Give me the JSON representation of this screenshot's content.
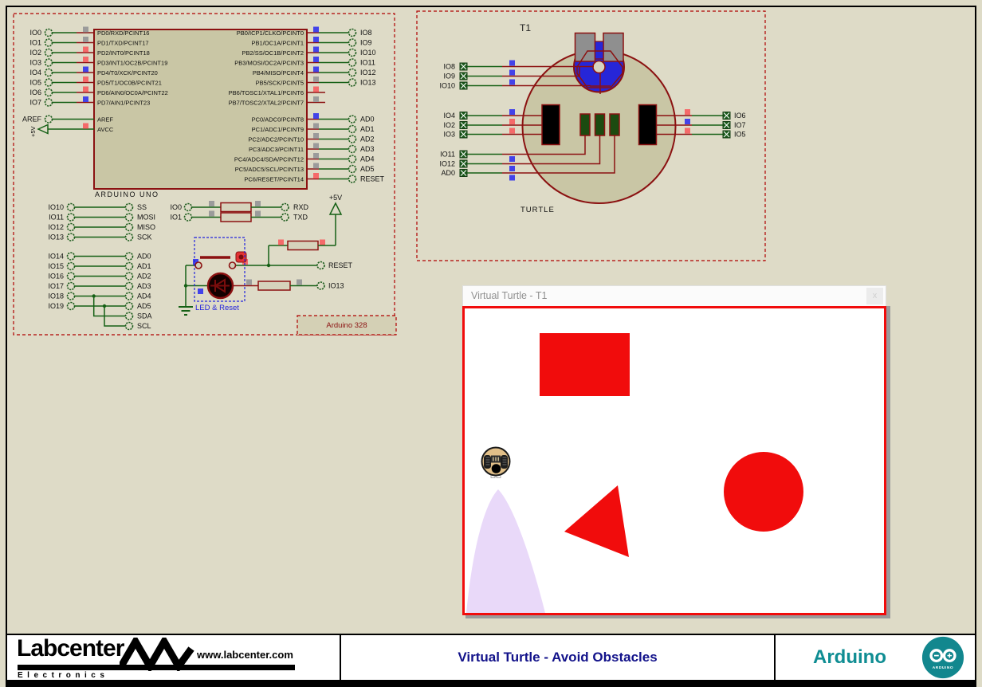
{
  "colors": {
    "indicator_gray": "#9b9b9b",
    "indicator_red": "#f56a6a",
    "indicator_blue": "#4343e9",
    "wire_green": "#156015",
    "component_red": "#8b1111",
    "canvas_red": "#f10c0c",
    "trail_lavender": "#e9d9f9",
    "navy": "#12128a",
    "teal": "#0f8d93"
  },
  "schematic": {
    "chip": {
      "label": "ARDUINO UNO",
      "left_pins": [
        {
          "ext": "IO0",
          "name": "PD0/RXD/PCINT16",
          "color": "#9b9b9b"
        },
        {
          "ext": "IO1",
          "name": "PD1/TXD/PCINT17",
          "color": "#9b9b9b"
        },
        {
          "ext": "IO2",
          "name": "PD2/INT0/PCINT18",
          "color": "#f56a6a"
        },
        {
          "ext": "IO3",
          "name": "PD3/INT1/OC2B/PCINT19",
          "color": "#f56a6a"
        },
        {
          "ext": "IO4",
          "name": "PD4/T0/XCK/PCINT20",
          "color": "#4343e9"
        },
        {
          "ext": "IO5",
          "name": "PD5/T1/OC0B/PCINT21",
          "color": "#f56a6a"
        },
        {
          "ext": "IO6",
          "name": "PD6/AIN0/OC0A/PCINT22",
          "color": "#f56a6a"
        },
        {
          "ext": "IO7",
          "name": "PD7/AIN1/PCINT23",
          "color": "#4343e9"
        }
      ],
      "aref": {
        "ext": "AREF",
        "name": "AREF"
      },
      "avcc": {
        "ext": "+5V",
        "name": "AVCC",
        "color": "#f56a6a"
      },
      "right_pins_top": [
        {
          "name": "PB0/ICP1/CLKO/PCINT0",
          "ext": "IO8",
          "color": "#4343e9"
        },
        {
          "name": "PB1/OC1A/PCINT1",
          "ext": "IO9",
          "color": "#4343e9"
        },
        {
          "name": "PB2/SS/OC1B/PCINT2",
          "ext": "IO10",
          "color": "#4343e9"
        },
        {
          "name": "PB3/MOSI/OC2A/PCINT3",
          "ext": "IO11",
          "color": "#4343e9"
        },
        {
          "name": "PB4/MISO/PCINT4",
          "ext": "IO12",
          "color": "#4343e9"
        },
        {
          "name": "PB5/SCK/PCINT5",
          "ext": "IO13",
          "color": "#9b9b9b"
        },
        {
          "name": "PB6/TOSC1/XTAL1/PCINT6",
          "ext": "",
          "color": "#f56a6a"
        },
        {
          "name": "PB7/TOSC2/XTAL2/PCINT7",
          "ext": "",
          "color": "#9b9b9b"
        }
      ],
      "right_pins_bottom": [
        {
          "name": "PC0/ADC0/PCINT8",
          "ext": "AD0",
          "color": "#4343e9"
        },
        {
          "name": "PC1/ADC1/PCINT9",
          "ext": "AD1",
          "color": "#9b9b9b"
        },
        {
          "name": "PC2/ADC2/PCINT10",
          "ext": "AD2",
          "color": "#9b9b9b"
        },
        {
          "name": "PC3/ADC3/PCINT11",
          "ext": "AD3",
          "color": "#9b9b9b"
        },
        {
          "name": "PC4/ADC4/SDA/PCINT12",
          "ext": "AD4",
          "color": "#9b9b9b"
        },
        {
          "name": "PC5/ADC5/SCL/PCINT13",
          "ext": "AD5",
          "color": "#9b9b9b"
        },
        {
          "name": "PC6/RESET/PCINT14",
          "ext": "RESET",
          "color": "#f56a6a"
        }
      ]
    },
    "spi_rows": [
      [
        "IO10",
        "SS"
      ],
      [
        "IO11",
        "MOSI"
      ],
      [
        "IO12",
        "MISO"
      ],
      [
        "IO13",
        "SCK"
      ]
    ],
    "analog_rows": [
      [
        "IO14",
        "AD0"
      ],
      [
        "IO15",
        "AD1"
      ],
      [
        "IO16",
        "AD2"
      ],
      [
        "IO17",
        "AD3"
      ],
      [
        "IO18",
        "AD4"
      ],
      [
        "IO19",
        "AD5"
      ]
    ],
    "i2c_rows": [
      "SDA",
      "SCL"
    ],
    "serial_rows": [
      [
        "IO0",
        "RXD"
      ],
      [
        "IO1",
        "TXD"
      ]
    ],
    "power_label": "+5V",
    "reset_label": "RESET",
    "io13_label": "IO13",
    "led_reset_label": "LED & Reset",
    "part_label": "Arduino 328"
  },
  "turtle": {
    "ref": "T1",
    "type": "TURTLE",
    "left_pins": [
      {
        "label": "IO8",
        "color": "#4343e9"
      },
      {
        "label": "IO9",
        "color": "#4343e9"
      },
      {
        "label": "IO10",
        "color": "#4343e9"
      },
      {
        "label": "IO4",
        "color": "#4343e9"
      },
      {
        "label": "IO2",
        "color": "#f56a6a"
      },
      {
        "label": "IO3",
        "color": "#f56a6a"
      },
      {
        "label": "IO11",
        "color": "#4343e9"
      },
      {
        "label": "IO12",
        "color": "#4343e9"
      },
      {
        "label": "AD0",
        "color": "#4343e9"
      }
    ],
    "right_pins": [
      {
        "label": "IO6",
        "color": "#f56a6a"
      },
      {
        "label": "IO7",
        "color": "#4343e9"
      },
      {
        "label": "IO5",
        "color": "#f56a6a"
      }
    ]
  },
  "window": {
    "title": "Virtual Turtle - T1",
    "close": "x"
  },
  "banner": {
    "labcenter": {
      "name": "Labcenter",
      "sub": "Electronics",
      "url": "www.labcenter.com"
    },
    "title": "Virtual Turtle - Avoid Obstacles",
    "arduino": {
      "name": "Arduino",
      "logo_text": "ARDUINO"
    }
  }
}
